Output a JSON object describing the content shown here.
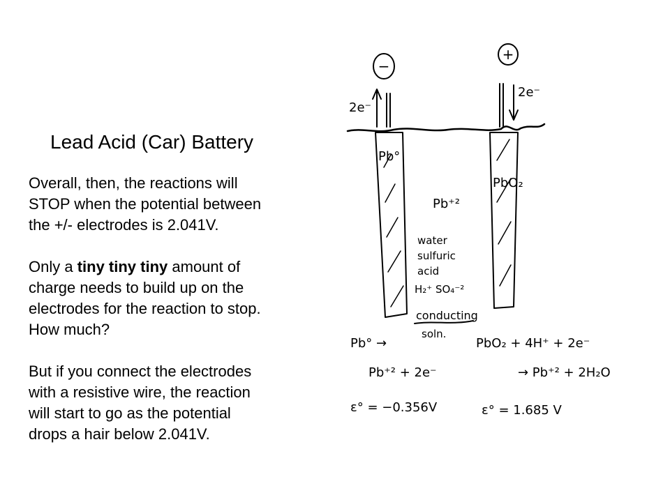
{
  "slide": {
    "title": "Lead Acid (Car) Battery",
    "paragraph1": {
      "lines": [
        "Overall, then, the reactions will",
        "STOP when the potential between",
        "the +/- electrodes is 2.041V."
      ]
    },
    "paragraph2": {
      "pre": "Only a ",
      "bold": "tiny tiny tiny",
      "post": " amount of",
      "lines": [
        "charge needs to build up on the",
        "electrodes for the reaction to stop.",
        "How much?"
      ]
    },
    "paragraph3": {
      "lines": [
        "But if you connect the electrodes",
        "with a resistive wire, the reaction",
        "will start to go as the potential",
        "drops a hair below 2.041V."
      ]
    }
  },
  "sketch": {
    "minus_sign": "−",
    "plus_sign": "+",
    "left_electron_label": "2e⁻",
    "right_electron_label": "2e⁻",
    "left_electrode_label": "Pb°",
    "right_electrode_label": "PbO₂",
    "ion_label": "Pb⁺²",
    "solution_lines": [
      "water",
      "sulfuric",
      "acid",
      "H₂⁺ SO₄⁻²"
    ],
    "conducting_label": "conducting",
    "solution_abbrev": "soln.",
    "left_reaction_reactant": "Pb° →",
    "left_reaction_product": "Pb⁺² + 2e⁻",
    "left_potential": "ε° = −0.356V",
    "right_reaction_reactants": "PbO₂ + 4H⁺ + 2e⁻",
    "right_reaction_products": "→ Pb⁺² + 2H₂O",
    "right_potential": "ε° = 1.685 V"
  }
}
